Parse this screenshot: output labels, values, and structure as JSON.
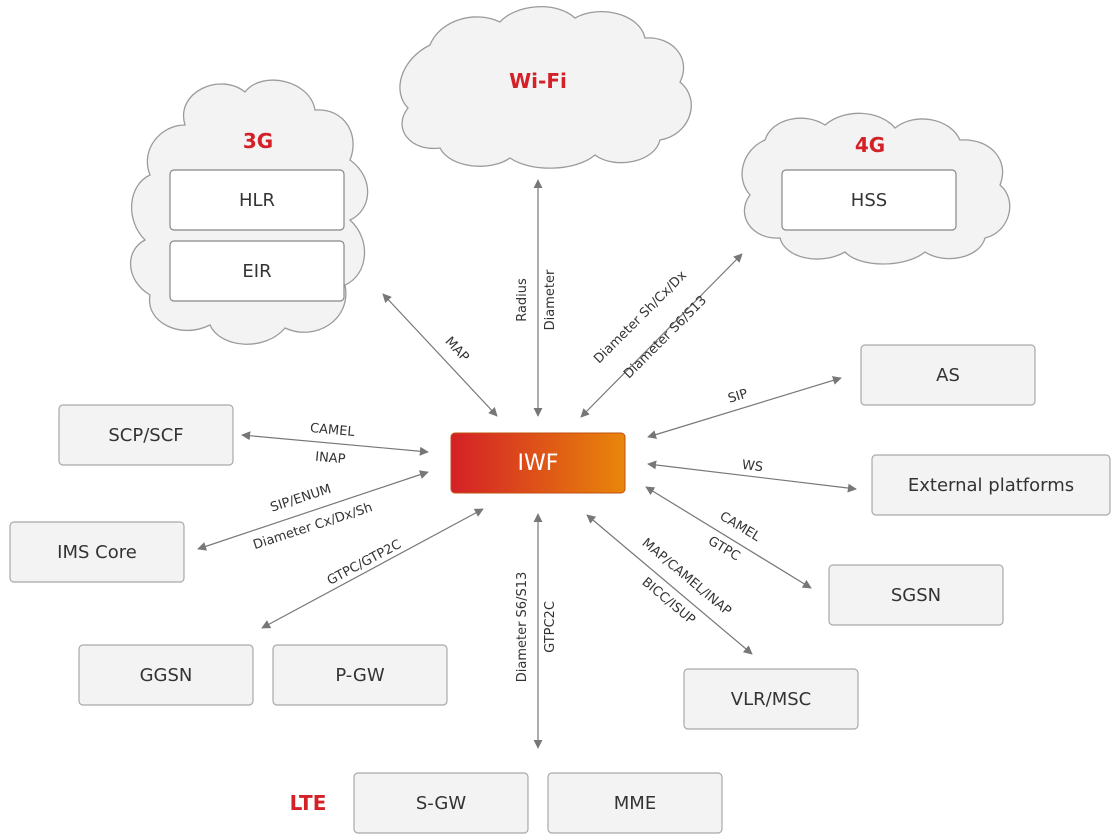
{
  "networks": {
    "net_3g": "3G",
    "net_wifi": "Wi-Fi",
    "net_4g": "4G",
    "net_lte": "LTE"
  },
  "nodes": {
    "iwf": "IWF",
    "hlr": "HLR",
    "eir": "EIR",
    "hss": "HSS",
    "as": "AS",
    "external": "External platforms",
    "sgsn": "SGSN",
    "vlr_msc": "VLR/MSC",
    "scp_scf": "SCP/SCF",
    "ims_core": "IMS Core",
    "ggsn": "GGSN",
    "pgw": "P-GW",
    "sgw": "S-GW",
    "mme": "MME"
  },
  "links": {
    "map_3g": "MAP",
    "radius": "Radius",
    "diameter_wifi": "Diameter",
    "diam_sh_cx_dx": "Diameter Sh/Cx/Dx",
    "diam_s6_s13_4g": "Diameter S6/S13",
    "sip_as": "SIP",
    "ws": "WS",
    "camel_sgsn": "CAMEL",
    "gtpc_sgsn": "GTPC",
    "map_camel_inap": "MAP/CAMEL/INAP",
    "bicc_isup": "BICC/ISUP",
    "camel_scp": "CAMEL",
    "inap_scp": "INAP",
    "sip_enum": "SIP/ENUM",
    "diam_cx_dx_sh": "Diameter Cx/Dx/Sh",
    "gtpc_gtp2c": "GTPC/GTP2C",
    "diam_s6_s13_lte": "Diameter S6/S13",
    "gtpc2c": "GTPC2C"
  },
  "colors": {
    "accent_red": "#d42027",
    "iwf_gradient": [
      "#d42027",
      "#e8860a"
    ],
    "box_fill": "#f3f3f3",
    "line": "#777777"
  }
}
